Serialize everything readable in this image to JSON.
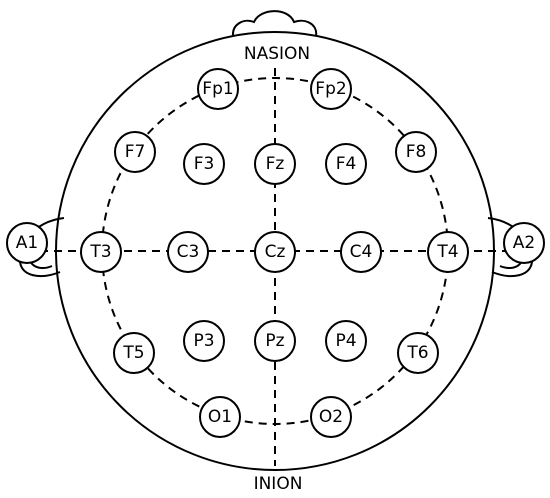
{
  "landmarks": {
    "nasion": "NASION",
    "inion": "INION"
  },
  "electrodes": {
    "fp1": "Fp1",
    "fp2": "Fp2",
    "f7": "F7",
    "f3": "F3",
    "fz": "Fz",
    "f4": "F4",
    "f8": "F8",
    "a1": "A1",
    "t3": "T3",
    "c3": "C3",
    "cz": "Cz",
    "c4": "C4",
    "t4": "T4",
    "a2": "A2",
    "t5": "T5",
    "p3": "P3",
    "pz": "Pz",
    "p4": "P4",
    "t6": "T6",
    "o1": "O1",
    "o2": "O2"
  },
  "colors": {
    "stroke": "#000000",
    "background": "#ffffff"
  }
}
